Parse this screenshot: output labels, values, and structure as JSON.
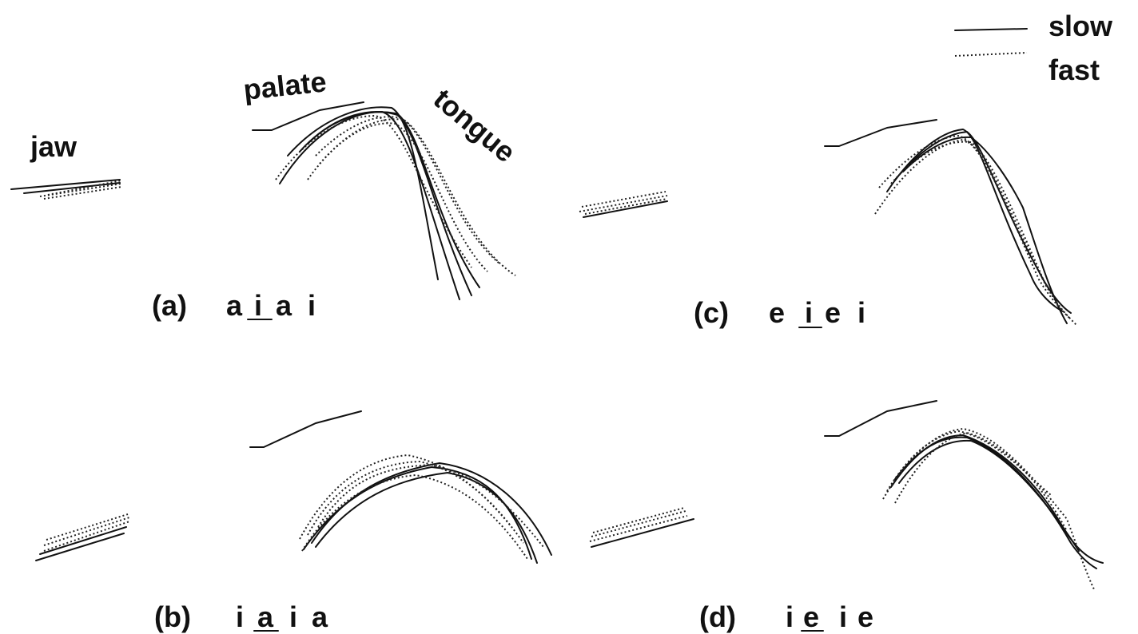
{
  "labels": {
    "jaw": "jaw",
    "palate": "palate",
    "tongue": "tongue"
  },
  "legend": {
    "slow": "slow",
    "fast": "fast"
  },
  "panels": [
    {
      "id": "a",
      "tag": "(a)",
      "seq": [
        "a",
        "i",
        "a",
        "i"
      ],
      "underlined": 1
    },
    {
      "id": "b",
      "tag": "(b)",
      "seq": [
        "i",
        "a",
        "i",
        "a"
      ],
      "underlined": 1
    },
    {
      "id": "c",
      "tag": "(c)",
      "seq": [
        "e",
        "i",
        "e",
        "i"
      ],
      "underlined": 1
    },
    {
      "id": "d",
      "tag": "(d)",
      "seq": [
        "i",
        "e",
        "i",
        "e"
      ],
      "underlined": 1
    }
  ]
}
